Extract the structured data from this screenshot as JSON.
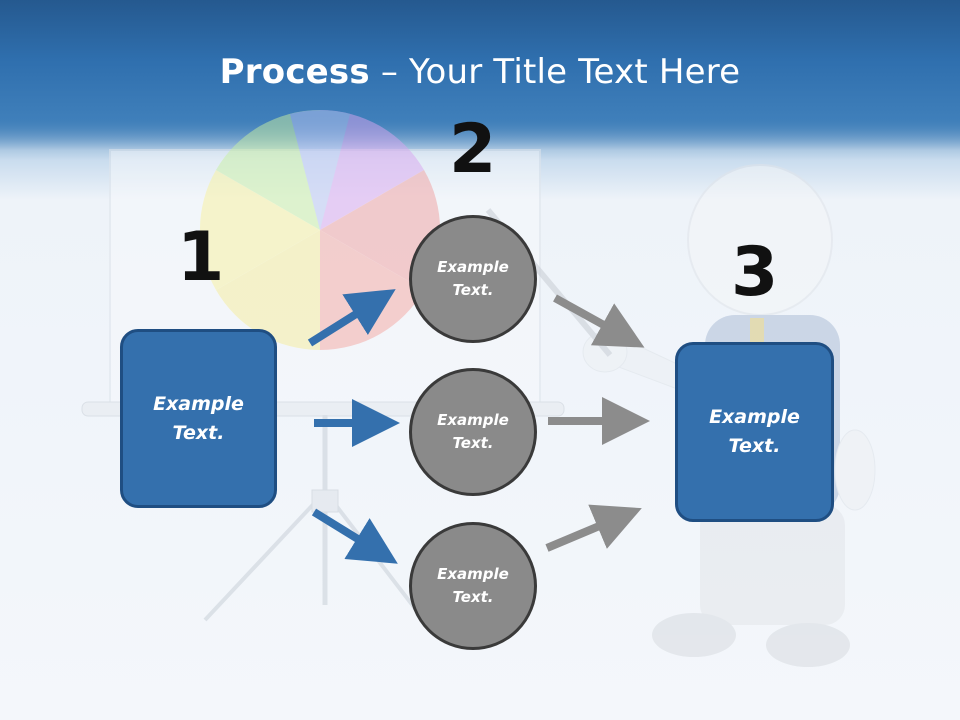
{
  "title": {
    "bold": "Process",
    "separator": " – ",
    "rest": "Your Title Text Here"
  },
  "steps": {
    "one": {
      "number": "1",
      "box_line1": "Example",
      "box_line2": "Text."
    },
    "two": {
      "number": "2",
      "circles": [
        {
          "line1": "Example",
          "line2": "Text."
        },
        {
          "line1": "Example",
          "line2": "Text."
        },
        {
          "line1": "Example",
          "line2": "Text."
        }
      ]
    },
    "three": {
      "number": "3",
      "box_line1": "Example",
      "box_line2": "Text."
    }
  },
  "colors": {
    "box_blue": "#3470ad",
    "circle_gray": "#8a8a8a",
    "blue_arrow": "#3470ad",
    "gray_arrow": "#8c8c8c"
  },
  "background": {
    "description_icons": [
      "presentation-flipchart-icon",
      "pie-chart-icon",
      "presenter-figure-icon"
    ]
  }
}
